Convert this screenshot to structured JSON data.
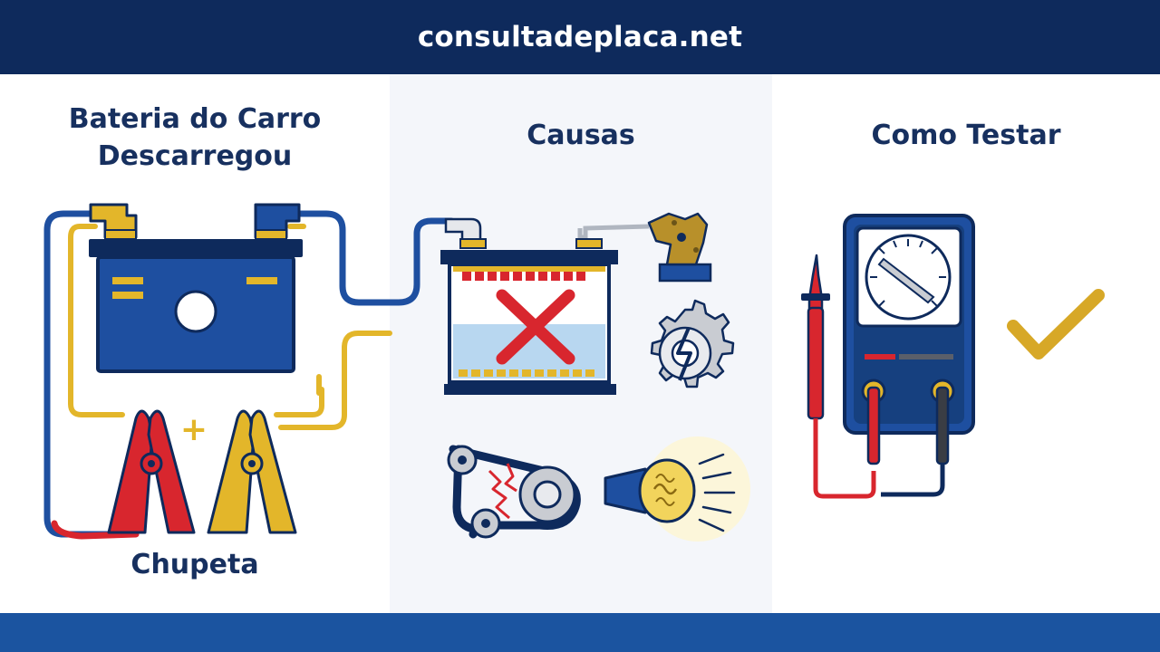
{
  "header": {
    "site_name": "consultadeplaca.net"
  },
  "sections": {
    "left": {
      "title_line1": "Bateria do Carro",
      "title_line2": "Descarregou",
      "caption": "Chupeta"
    },
    "middle": {
      "title": "Causas"
    },
    "right": {
      "title": "Como Testar"
    }
  },
  "symbols": {
    "plus": "+"
  },
  "colors": {
    "navy": "#0e2a5c",
    "blue": "#1e4fa0",
    "gold": "#e3b62a",
    "red": "#d8262e",
    "bg_mid": "#f4f6fa"
  },
  "icons": [
    "battery-icon",
    "jumper-cable-icon",
    "red-clamp-icon",
    "gold-clamp-icon",
    "failed-battery-icon",
    "corroded-terminal-icon",
    "broken-alternator-icon",
    "broken-belt-icon",
    "headlight-icon",
    "multimeter-icon",
    "check-icon"
  ]
}
